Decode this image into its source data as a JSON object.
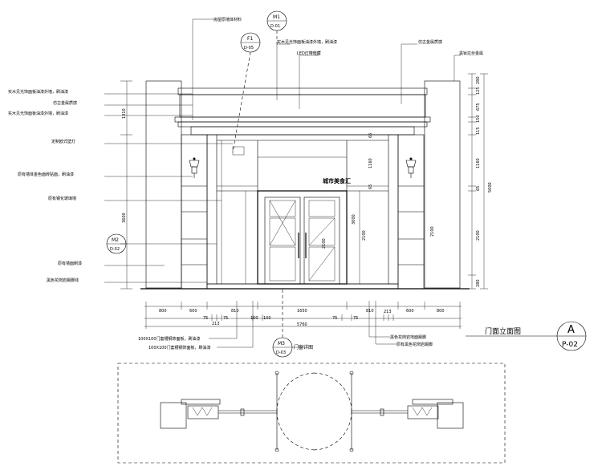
{
  "labels": {
    "top_1": "房屋原墙体材料",
    "top_2": "实木见光饰面板油漆外墙，刷油漆",
    "top_3": "LED灯带暗藏",
    "top_4": "仿古金属质感",
    "top_5": "黑钛拉丝金属",
    "left_1": "实木见光饰面板油漆外墙，刷油漆",
    "left_2": "仿古金属质感",
    "left_3": "实木见光饰面板油漆外墙，刷油漆",
    "left_4": "定制欧式壁灯",
    "left_5": "原有墙体金色面砖贴面，刷油漆",
    "left_6": "原有钢化玻璃墙",
    "left_7": "原有墙面刷漆",
    "left_8": "黑色花岗岩踢脚线",
    "bottom_1": "100X100门套槽钢饰面板，刷油漆",
    "bottom_2": "100X100门套槽钢饰面板，刷油漆",
    "bottom_3": "门窗详图",
    "bottom_4": "黑色花岗岩地面踢脚",
    "bottom_5": "原有黑色花岗岩踢脚",
    "sign_text": "城市美食汇"
  },
  "callouts": {
    "m1_top": "M1",
    "m1_bottom": "D-01",
    "f1_top": "F1",
    "f1_bottom": "D-05",
    "m2_top": "M2",
    "m2_bottom": "D-02",
    "m3_top": "M3",
    "m3_bottom": "D-03"
  },
  "dimensions": {
    "bottom_row": [
      "800",
      "600",
      "810",
      "1650",
      "810",
      "600",
      "800"
    ],
    "small_row": [
      "75",
      "75",
      "100",
      "100",
      "75",
      "75"
    ],
    "small_row_b": [
      "213",
      "213"
    ],
    "total_width": "5760",
    "left_height": "3600",
    "left_upper": "1310",
    "right_stack": [
      "280",
      "125",
      "675",
      "150",
      "115",
      "1160",
      "65",
      "2100",
      "280"
    ],
    "right_total": "5000",
    "door_heights": [
      "3000",
      "2100",
      "2100"
    ],
    "inner_small": [
      "65",
      "1160",
      "65",
      "2100"
    ]
  },
  "title_block": {
    "title": "门面立面图",
    "letter": "A",
    "sheet": "P-02"
  }
}
